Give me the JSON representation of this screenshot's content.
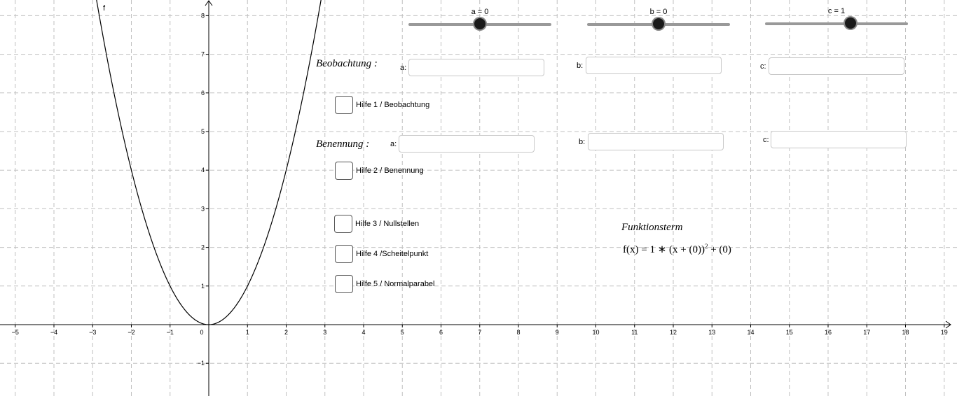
{
  "graph": {
    "curve_label": "f",
    "function": "parabola",
    "params": {
      "a": 0,
      "b": 0,
      "c": 1
    },
    "x_ticks": [
      "−5",
      "−4",
      "−3",
      "−2",
      "−1",
      "0",
      "1",
      "2",
      "3",
      "4",
      "5",
      "6",
      "7",
      "8",
      "9",
      "10",
      "11",
      "12",
      "13",
      "14",
      "15",
      "16",
      "17",
      "18",
      "19"
    ],
    "y_ticks": [
      "−1",
      "1",
      "2",
      "3",
      "4",
      "5",
      "6",
      "7",
      "8"
    ],
    "colors": {
      "grid": "#c0c0c0",
      "axis": "#000000",
      "curve": "#000000"
    }
  },
  "sliders": [
    {
      "caption": "a = 0",
      "value": 0,
      "position": 0.5
    },
    {
      "caption": "b = 0",
      "value": 0,
      "position": 0.5
    },
    {
      "caption": "c = 1",
      "value": 1,
      "position": 0.6
    }
  ],
  "beobachtung": {
    "label": "Beobachtung :",
    "fields": [
      {
        "label": "a:",
        "value": ""
      },
      {
        "label": "b:",
        "value": ""
      },
      {
        "label": "c:",
        "value": ""
      }
    ]
  },
  "benennung": {
    "label": "Benennung :",
    "fields": [
      {
        "label": "a:",
        "value": ""
      },
      {
        "label": "b:",
        "value": ""
      },
      {
        "label": "c:",
        "value": ""
      }
    ]
  },
  "hilfen": [
    {
      "label": "Hilfe 1 / Beobachtung",
      "checked": false
    },
    {
      "label": "Hilfe 2 / Benennung",
      "checked": false
    },
    {
      "label": "Hilfe 3 / Nullstellen",
      "checked": false
    },
    {
      "label": "Hilfe 4 /Scheitelpunkt",
      "checked": false
    },
    {
      "label": "Hilfe 5 / Normalparabel",
      "checked": false
    }
  ],
  "funktionsterm": {
    "title": "Funktionsterm",
    "prefix": "f(x) = 1 ∗ (x + (0))",
    "exponent": "2",
    "suffix": " + (0)"
  }
}
